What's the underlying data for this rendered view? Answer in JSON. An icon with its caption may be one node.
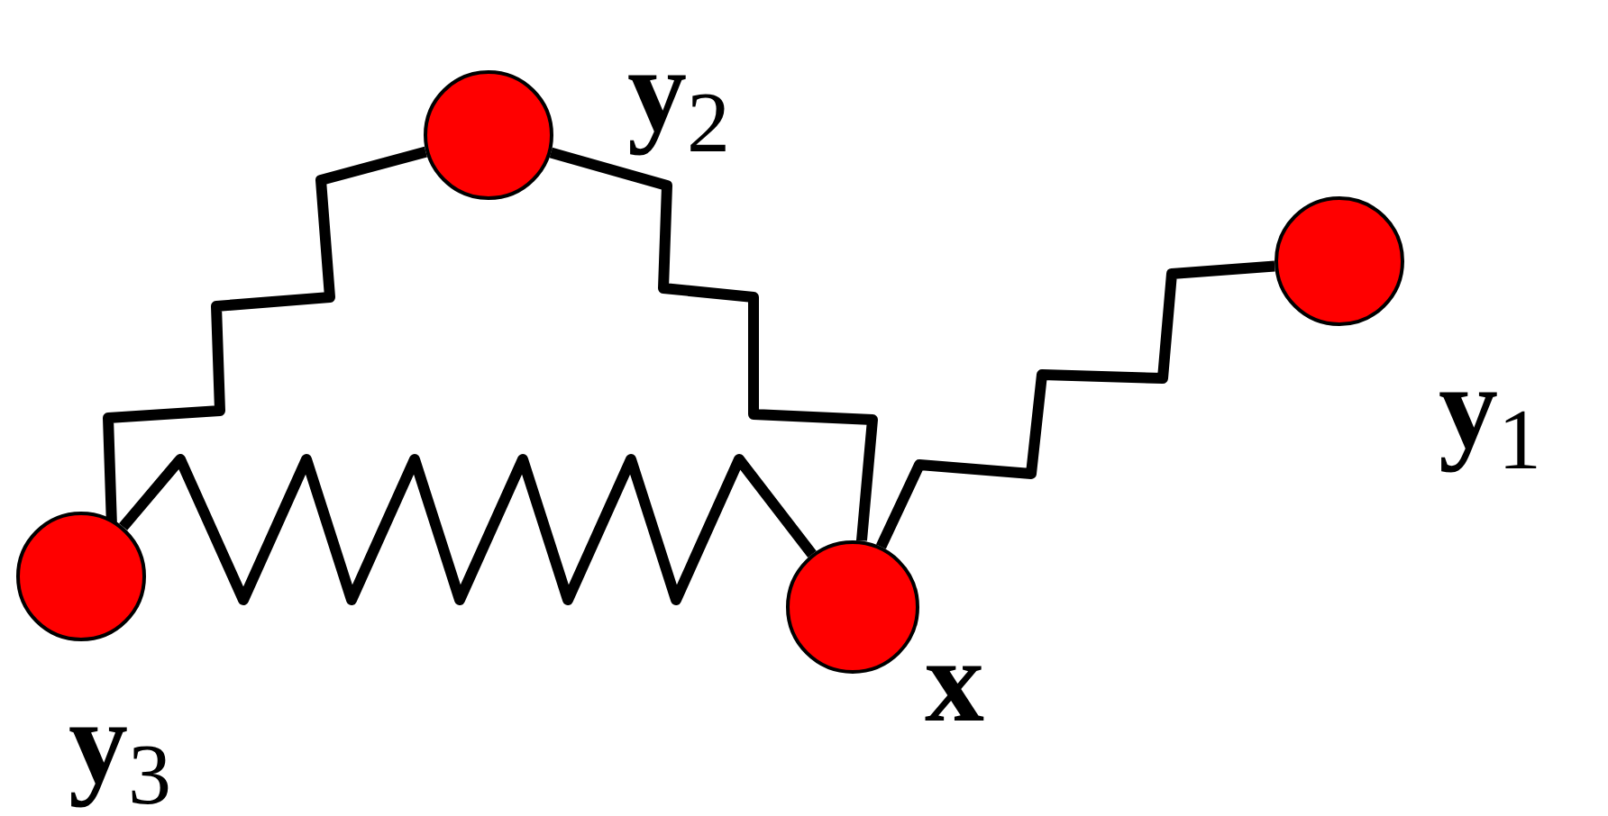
{
  "diagram": {
    "nodes": [
      {
        "text": [],
        "shape": "circle",
        "beside": [
          "**y**$_{2}$"
        ]
      },
      {
        "text": [],
        "shape": "circle",
        "beside": [
          "**y**$_{1}$"
        ]
      },
      {
        "text": [],
        "shape": "circle",
        "beside": [
          "**y**$_{3}$"
        ]
      },
      {
        "text": [],
        "shape": "circle",
        "beside": [
          "**x**"
        ]
      }
    ],
    "edges": [
      {
        "from": 0,
        "to": 2,
        "arrow": "none"
      },
      {
        "from": 0,
        "to": 3,
        "arrow": "none"
      },
      {
        "from": 2,
        "to": 3,
        "arrow": "none"
      },
      {
        "from": 3,
        "to": 1,
        "arrow": "none"
      }
    ]
  }
}
